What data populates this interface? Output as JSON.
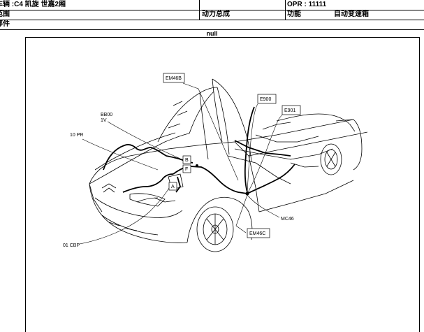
{
  "header": {
    "vehicle_label": "车辆",
    "vehicle_value": "C4 凯旋 世嘉2厢",
    "opr_label": "OPR",
    "opr_value": "11111",
    "scope_label": "范围",
    "group_label": "动力总成",
    "function_label": "功能",
    "function_value": "自动变速箱",
    "part_label": "部件"
  },
  "figure": {
    "caption": "null",
    "callouts": {
      "em46b": "EM46B",
      "e900": "E900",
      "e901": "E901",
      "bb00": "BB00",
      "bb00_sub": "1V",
      "p10": "10 PR",
      "a": "A",
      "b": "B",
      "f": "F",
      "mc46": "MC46",
      "em46c": "EM46C",
      "cbp01": "01 CBP"
    }
  }
}
